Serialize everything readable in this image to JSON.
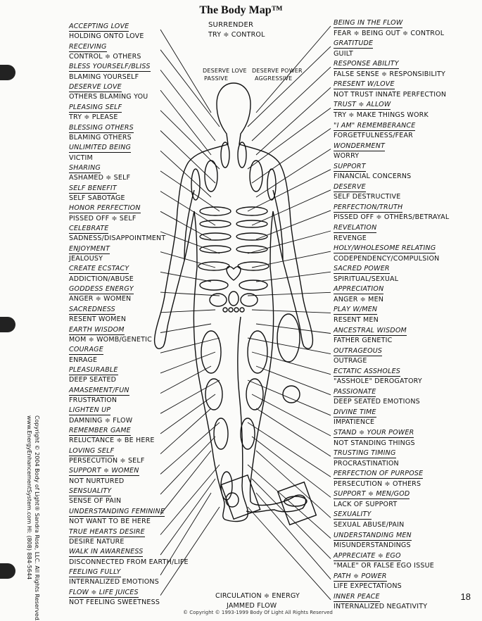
{
  "title": "The Body Map™",
  "top_center": [
    "SURRENDER",
    "TRY ≑ CONTROL"
  ],
  "center_small": {
    "left": [
      "DESERVE LOVE",
      "PASSIVE"
    ],
    "right": [
      "DESERVE POWER",
      "AGGRESSIVE"
    ]
  },
  "left_labels": [
    "ACCEPTING LOVE",
    "HOLDING ONTO LOVE",
    "RECEIVING",
    "CONTROL ≑ OTHERS",
    "BLESS YOURSELF/BLISS",
    "BLAMING YOURSELF",
    "DESERVE LOVE",
    "OTHERS BLAMING YOU",
    "PLEASING SELF",
    "TRY ≑ PLEASE",
    "BLESSING OTHERS",
    "BLAMING OTHERS",
    "UNLIMITED BEING",
    "VICTIM",
    "SHARING",
    "ASHAMED ≑ SELF",
    "SELF BENEFIT",
    "SELF SABOTAGE",
    "HONOR PERFECTION",
    "PISSED OFF ≑ SELF",
    "CELEBRATE",
    "SADNESS/DISAPPOINTMENT",
    "ENJOYMENT",
    "JEALOUSY",
    "CREATE ECSTACY",
    "ADDICTION/ABUSE",
    "GODDESS ENERGY",
    "ANGER ≑ WOMEN",
    "SACREDNESS",
    "RESENT WOMEN",
    "EARTH WISDOM",
    "MOM ≑ WOMB/GENETIC",
    "COURAGE",
    "ENRAGE",
    "PLEASURABLE",
    "DEEP SEATED",
    "AMASEMENT/FUN",
    "FRUSTRATION",
    "LIGHTEN UP",
    "DAMNING ≑ FLOW",
    "REMEMBER GAME",
    "RELUCTANCE ≑ BE HERE",
    "LOVING SELF",
    "PERSECUTION ≑ SELF",
    "SUPPORT ≑ WOMEN",
    "NOT NURTURED",
    "SENSUALITY",
    "SENSE OF PAIN",
    "UNDERSTANDING FEMININE",
    "NOT WANT TO BE HERE",
    "TRUE HEARTS DESIRE",
    "DESIRE NATURE",
    "WALK IN AWARENESS",
    "DISCONNECTED FROM EARTH/LIFE",
    "FEELING FULLY",
    "INTERNALIZED EMOTIONS",
    "FLOW ≑ LIFE JUICES",
    "NOT FEELING SWEETNESS"
  ],
  "right_labels": [
    "BEING IN THE FLOW",
    "FEAR ≑ BEING OUT ≑ CONTROL",
    "GRATITUDE",
    "GUILT",
    "RESPONSE ABILITY",
    "FALSE SENSE ≑ RESPONSIBILITY",
    "PRESENT W/LOVE",
    "NOT TRUST INNATE PERFECTION",
    "TRUST ≑ ALLOW",
    "TRY ≑ MAKE THINGS WORK",
    "\"I AM\" REMEMBERANCE",
    "FORGETFULNESS/FEAR",
    "WONDERMENT",
    "WORRY",
    "SUPPORT",
    "FINANCIAL CONCERNS",
    "DESERVE",
    "SELF DESTRUCTIVE",
    "PERFECTION/TRUTH",
    "PISSED OFF ≑ OTHERS/BETRAYAL",
    "REVELATION",
    "REVENGE",
    "HOLY/WHOLESOME RELATING",
    "CODEPENDENCY/COMPULSION",
    "SACRED POWER",
    "SPIRITUAL/SEXUAL",
    "APPRECIATION",
    "ANGER ≑ MEN",
    "PLAY W/MEN",
    "RESENT MEN",
    "ANCESTRAL WISDOM",
    "FATHER GENETIC",
    "OUTRAGEOUS",
    "OUTRAGE",
    "ECTATIC ASSHOLES",
    "\"ASSHOLE\" DEROGATORY",
    "PASSIONATE",
    "DEEP SEATED EMOTIONS",
    "DIVINE TIME",
    "IMPATIENCE",
    "STAND ≑ YOUR POWER",
    "NOT STANDING THINGS",
    "TRUSTING TIMING",
    "PROCRASTINATION",
    "PERFECTION OF PURPOSE",
    "PERSECUTION ≑ OTHERS",
    "SUPPORT ≑ MEN/GOD",
    "LACK OF SUPPORT",
    "SEXUALITY",
    "SEXUAL ABUSE/PAIN",
    "UNDERSTANDING MEN",
    "MISUNDERSTANDINGS",
    "APPRECIATE ≑ EGO",
    "\"MALE\" OR FALSE EGO ISSUE",
    "PATH ≑ POWER",
    "LIFE EXPECTATIONS",
    "INNER PEACE",
    "INTERNALIZED NEGATIVITY"
  ],
  "bottom_center": [
    "CIRCULATION ≑ ENERGY",
    "JAMMED FLOW"
  ],
  "footer_partial": "© Copyright © 1993-1999 Body Of Light  All Rights Reserved",
  "copyright": [
    "Copyright © 2004 Body of Light® Sandra Rose, LLC. All Rights Reserved.",
    "www.EnergyEnhancementSystem.com   HI: (808) 884-5644"
  ],
  "page_number": "18"
}
